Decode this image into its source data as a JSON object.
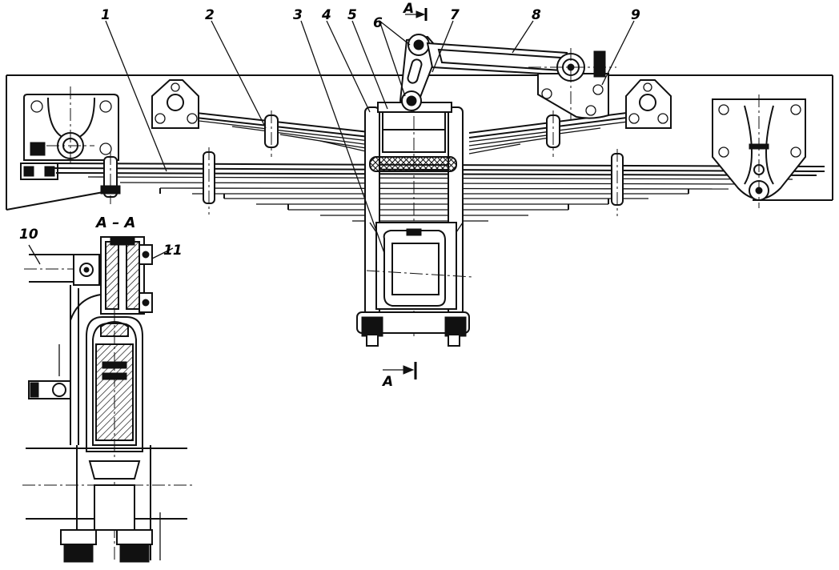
{
  "callouts": [
    {
      "label": "1"
    },
    {
      "label": "2"
    },
    {
      "label": "3"
    },
    {
      "label": "4"
    },
    {
      "label": "5"
    },
    {
      "label": "6"
    },
    {
      "label": "7"
    },
    {
      "label": "8"
    },
    {
      "label": "9"
    },
    {
      "label": "10"
    },
    {
      "label": "11"
    }
  ],
  "section": {
    "cut_label_top": "A",
    "cut_label_bottom": "A",
    "view_title": "A – A"
  }
}
